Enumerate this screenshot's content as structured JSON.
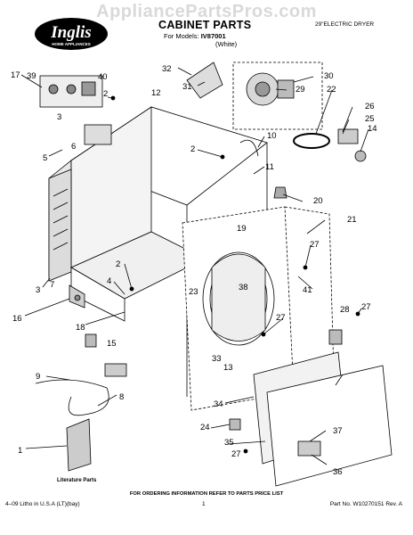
{
  "watermark": "AppliancePartsPros.com",
  "header": {
    "brand": "Inglis",
    "brand_sub": "HOME APPLIANCES",
    "title": "CABINET PARTS",
    "models_label": "For Models:",
    "model": "IV87001",
    "variant": "(White)",
    "doc_type": "29\"ELECTRIC DRYER"
  },
  "callouts": [
    "1",
    "2",
    "2",
    "2",
    "3",
    "3",
    "4",
    "5",
    "6",
    "7",
    "8",
    "9",
    "10",
    "11",
    "12",
    "13",
    "14",
    "15",
    "16",
    "17",
    "18",
    "19",
    "20",
    "21",
    "22",
    "23",
    "24",
    "25",
    "26",
    "27",
    "27",
    "27",
    "27",
    "28",
    "29",
    "30",
    "31",
    "32",
    "33",
    "34",
    "35",
    "36",
    "37",
    "38",
    "39",
    "40",
    "41"
  ],
  "literature_label": "Literature Parts",
  "footer": {
    "notice": "FOR ORDERING INFORMATION REFER TO PARTS PRICE LIST",
    "litho": "4–09 Litho in U.S.A (LT)(bay)",
    "page": "1",
    "part_no": "Part No. W10270151 Rev. A"
  }
}
